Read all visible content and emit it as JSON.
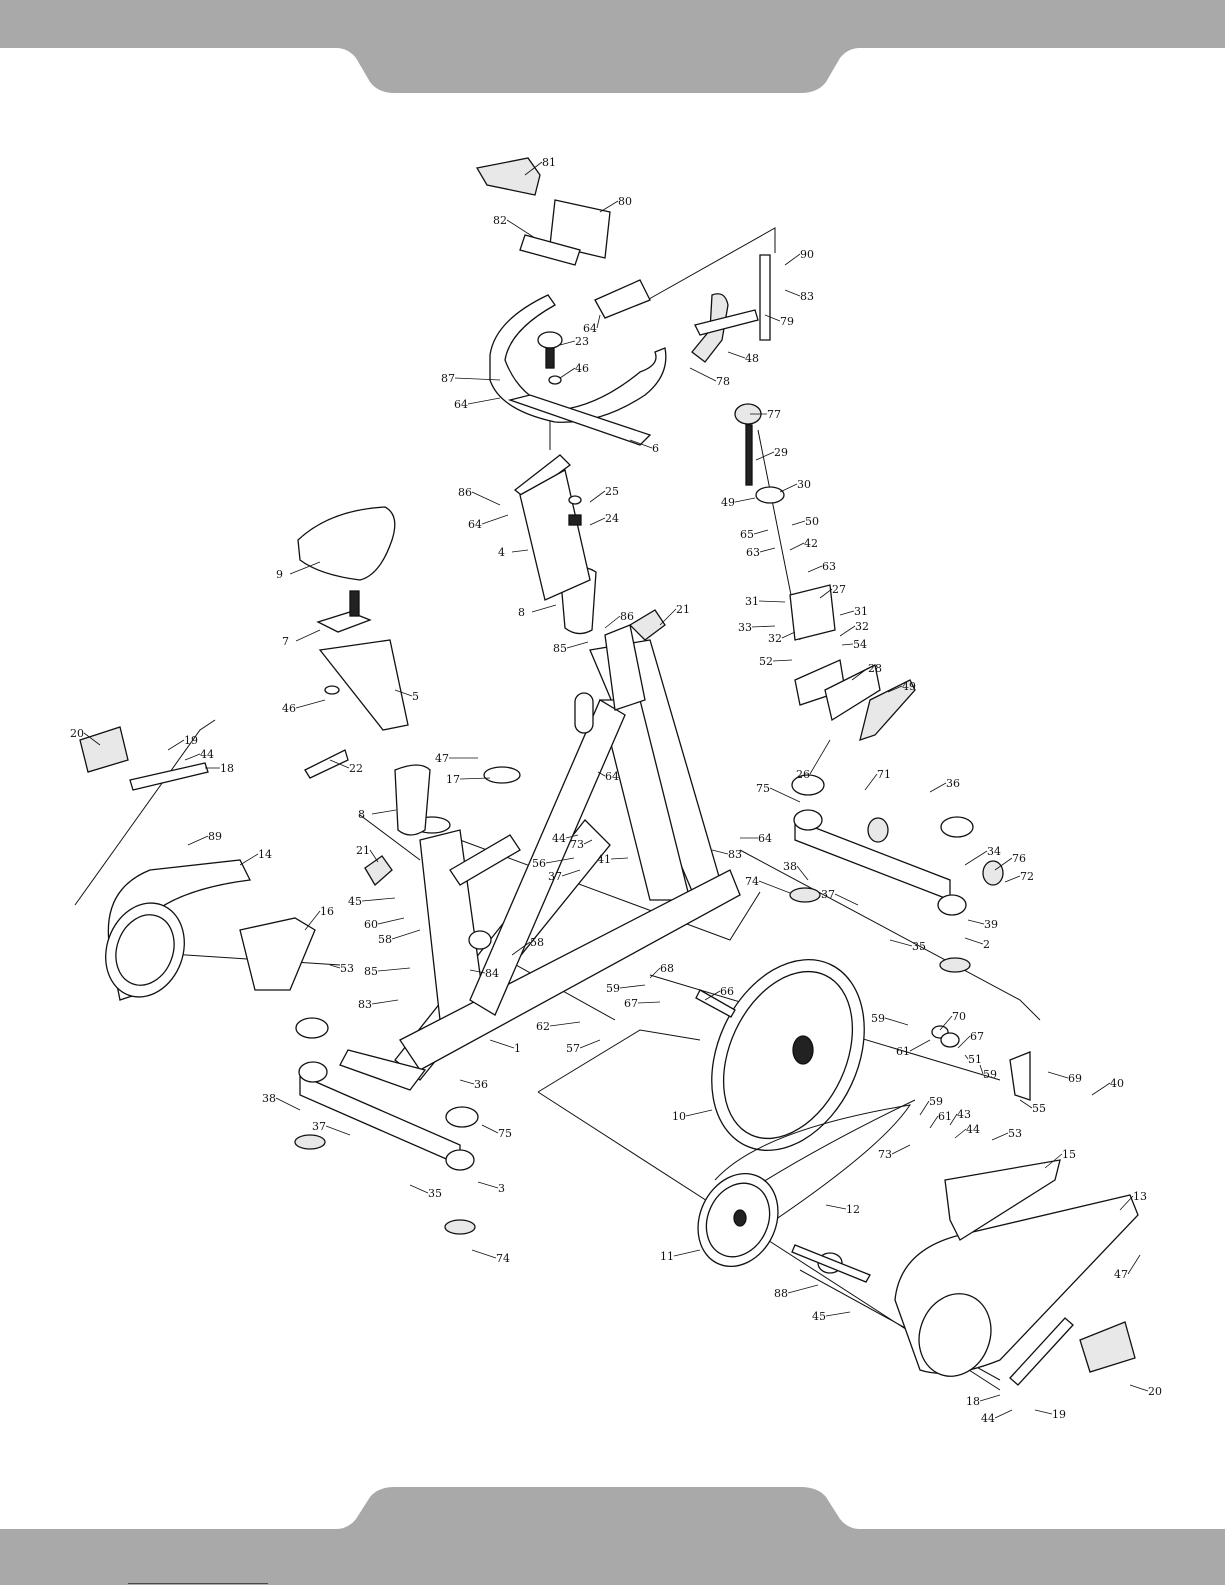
{
  "decor": {
    "band_color": "#a9a9a9",
    "link_color": "#2a3fd0"
  },
  "callouts": [
    {
      "id": "c81",
      "label": "81"
    },
    {
      "id": "c80",
      "label": "80"
    },
    {
      "id": "c82",
      "label": "82"
    },
    {
      "id": "c90",
      "label": "90"
    },
    {
      "id": "c83a",
      "label": "83"
    },
    {
      "id": "c79",
      "label": "79"
    },
    {
      "id": "c64a",
      "label": "64"
    },
    {
      "id": "c23",
      "label": "23"
    },
    {
      "id": "c48",
      "label": "48"
    },
    {
      "id": "c87",
      "label": "87"
    },
    {
      "id": "c46a",
      "label": "46"
    },
    {
      "id": "c78",
      "label": "78"
    },
    {
      "id": "c64b",
      "label": "64"
    },
    {
      "id": "c77",
      "label": "77"
    },
    {
      "id": "c6",
      "label": "6"
    },
    {
      "id": "c29",
      "label": "29"
    },
    {
      "id": "c86a",
      "label": "86"
    },
    {
      "id": "c25",
      "label": "25"
    },
    {
      "id": "c49a",
      "label": "49"
    },
    {
      "id": "c30",
      "label": "30"
    },
    {
      "id": "c64c",
      "label": "64"
    },
    {
      "id": "c24",
      "label": "24"
    },
    {
      "id": "c50",
      "label": "50"
    },
    {
      "id": "c65",
      "label": "65"
    },
    {
      "id": "c9",
      "label": "9"
    },
    {
      "id": "c4",
      "label": "4"
    },
    {
      "id": "c63a",
      "label": "63"
    },
    {
      "id": "c42",
      "label": "42"
    },
    {
      "id": "c63b",
      "label": "63"
    },
    {
      "id": "c27",
      "label": "27"
    },
    {
      "id": "c8a",
      "label": "8"
    },
    {
      "id": "c31a",
      "label": "31"
    },
    {
      "id": "c31b",
      "label": "31"
    },
    {
      "id": "c86b",
      "label": "86"
    },
    {
      "id": "c21a",
      "label": "21"
    },
    {
      "id": "c33",
      "label": "33"
    },
    {
      "id": "c32a",
      "label": "32"
    },
    {
      "id": "c32b",
      "label": "32"
    },
    {
      "id": "c7",
      "label": "7"
    },
    {
      "id": "c85a",
      "label": "85"
    },
    {
      "id": "c54",
      "label": "54"
    },
    {
      "id": "c52",
      "label": "52"
    },
    {
      "id": "c5",
      "label": "5"
    },
    {
      "id": "c28",
      "label": "28"
    },
    {
      "id": "c46b",
      "label": "46"
    },
    {
      "id": "c49b",
      "label": "49"
    },
    {
      "id": "c22",
      "label": "22"
    },
    {
      "id": "c20a",
      "label": "20"
    },
    {
      "id": "c19a",
      "label": "19"
    },
    {
      "id": "c44a",
      "label": "44"
    },
    {
      "id": "c18a",
      "label": "18"
    },
    {
      "id": "c47a",
      "label": "47"
    },
    {
      "id": "c26",
      "label": "26"
    },
    {
      "id": "c17",
      "label": "17"
    },
    {
      "id": "c64d",
      "label": "64"
    },
    {
      "id": "c8b",
      "label": "8"
    },
    {
      "id": "c75a",
      "label": "75"
    },
    {
      "id": "c36a",
      "label": "36"
    },
    {
      "id": "c71",
      "label": "71"
    },
    {
      "id": "c89",
      "label": "89"
    },
    {
      "id": "c44b",
      "label": "44"
    },
    {
      "id": "c73a",
      "label": "73"
    },
    {
      "id": "c64e",
      "label": "64"
    },
    {
      "id": "c83b",
      "label": "83"
    },
    {
      "id": "c14",
      "label": "14"
    },
    {
      "id": "c34",
      "label": "34"
    },
    {
      "id": "c76",
      "label": "76"
    },
    {
      "id": "c56",
      "label": "56"
    },
    {
      "id": "c21b",
      "label": "21"
    },
    {
      "id": "c37a",
      "label": "37"
    },
    {
      "id": "c41",
      "label": "41"
    },
    {
      "id": "c38a",
      "label": "38"
    },
    {
      "id": "c72",
      "label": "72"
    },
    {
      "id": "c74a",
      "label": "74"
    },
    {
      "id": "c37b",
      "label": "37"
    },
    {
      "id": "c39",
      "label": "39"
    },
    {
      "id": "c45a",
      "label": "45"
    },
    {
      "id": "c60",
      "label": "60"
    },
    {
      "id": "c58a",
      "label": "58"
    },
    {
      "id": "c16",
      "label": "16"
    },
    {
      "id": "c2",
      "label": "2"
    },
    {
      "id": "c35a",
      "label": "35"
    },
    {
      "id": "c53a",
      "label": "53"
    },
    {
      "id": "c58b",
      "label": "58"
    },
    {
      "id": "c85b",
      "label": "85"
    },
    {
      "id": "c84",
      "label": "84"
    },
    {
      "id": "c68",
      "label": "68"
    },
    {
      "id": "c59a",
      "label": "59"
    },
    {
      "id": "c66",
      "label": "66"
    },
    {
      "id": "c83c",
      "label": "83"
    },
    {
      "id": "c67a",
      "label": "67"
    },
    {
      "id": "c62",
      "label": "62"
    },
    {
      "id": "c57",
      "label": "57"
    },
    {
      "id": "c59b",
      "label": "59"
    },
    {
      "id": "c70",
      "label": "70"
    },
    {
      "id": "c67b",
      "label": "67"
    },
    {
      "id": "c1",
      "label": "1"
    },
    {
      "id": "c61a",
      "label": "61"
    },
    {
      "id": "c51",
      "label": "51"
    },
    {
      "id": "c59c",
      "label": "59"
    },
    {
      "id": "c69",
      "label": "69"
    },
    {
      "id": "c40",
      "label": "40"
    },
    {
      "id": "c36b",
      "label": "36"
    },
    {
      "id": "c38b",
      "label": "38"
    },
    {
      "id": "c55",
      "label": "55"
    },
    {
      "id": "c10",
      "label": "10"
    },
    {
      "id": "c59d",
      "label": "59"
    },
    {
      "id": "c61b",
      "label": "61"
    },
    {
      "id": "c43",
      "label": "43"
    },
    {
      "id": "c75b",
      "label": "75"
    },
    {
      "id": "c37c",
      "label": "37"
    },
    {
      "id": "c73b",
      "label": "73"
    },
    {
      "id": "c44c",
      "label": "44"
    },
    {
      "id": "c53b",
      "label": "53"
    },
    {
      "id": "c15",
      "label": "15"
    },
    {
      "id": "c35b",
      "label": "35"
    },
    {
      "id": "c3",
      "label": "3"
    },
    {
      "id": "c12",
      "label": "12"
    },
    {
      "id": "c13",
      "label": "13"
    },
    {
      "id": "c11",
      "label": "11"
    },
    {
      "id": "c74b",
      "label": "74"
    },
    {
      "id": "c47b",
      "label": "47"
    },
    {
      "id": "c88",
      "label": "88"
    },
    {
      "id": "c45b",
      "label": "45"
    },
    {
      "id": "c20b",
      "label": "20"
    },
    {
      "id": "c18b",
      "label": "18"
    },
    {
      "id": "c44d",
      "label": "44"
    },
    {
      "id": "c19b",
      "label": "19"
    }
  ]
}
